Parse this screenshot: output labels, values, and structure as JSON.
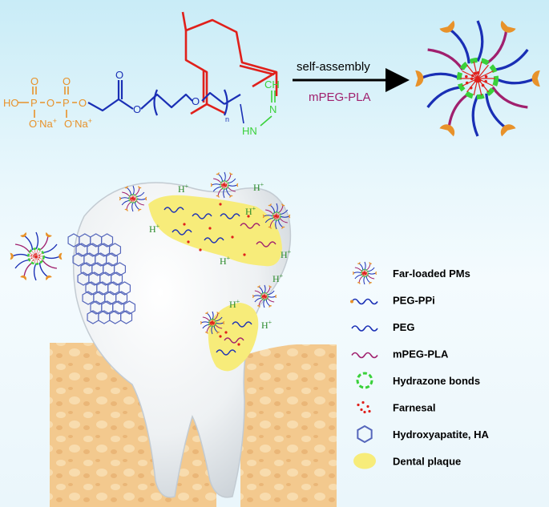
{
  "reaction": {
    "arrow_top_label": "self-assembly",
    "arrow_bottom_label": "mPEG-PLA"
  },
  "molecule": {
    "ho": "HO",
    "p1": "P",
    "o_link1": "O",
    "p2": "P",
    "o_link2": "O",
    "o_top1": "O",
    "o_top2": "O",
    "ona1": "O",
    "na1": "Na",
    "ona2": "O",
    "na2": "Na",
    "minus": "-",
    "plus": "+",
    "ester_o": "O",
    "ester_o2": "O",
    "ether_o": "O",
    "n_sub": "n",
    "ch": "CH",
    "n1": "N",
    "nh": "HN"
  },
  "hplus": {
    "h": "H",
    "plus": "+"
  },
  "legend": {
    "items": [
      {
        "label": "Far-loaded PMs",
        "icon": "micelle-icon"
      },
      {
        "label": "PEG-PPi",
        "icon": "peg-ppi-icon"
      },
      {
        "label": "PEG",
        "icon": "peg-icon"
      },
      {
        "label": "mPEG-PLA",
        "icon": "mpeg-pla-icon"
      },
      {
        "label": "Hydrazone bonds",
        "icon": "hydrazone-icon"
      },
      {
        "label": "Farnesal",
        "icon": "farnesal-icon"
      },
      {
        "label": "Hydroxyapatite, HA",
        "icon": "hexagon-icon"
      },
      {
        "label": "Dental plaque",
        "icon": "plaque-icon"
      }
    ]
  },
  "colors": {
    "orange": "#e8922a",
    "blue": "#1a2fb5",
    "red": "#e0201b",
    "magenta": "#a0206e",
    "green": "#3ad13a",
    "plaque": "#f7ec7a",
    "gum": "#f3c98e",
    "hex": "#5566bb"
  }
}
